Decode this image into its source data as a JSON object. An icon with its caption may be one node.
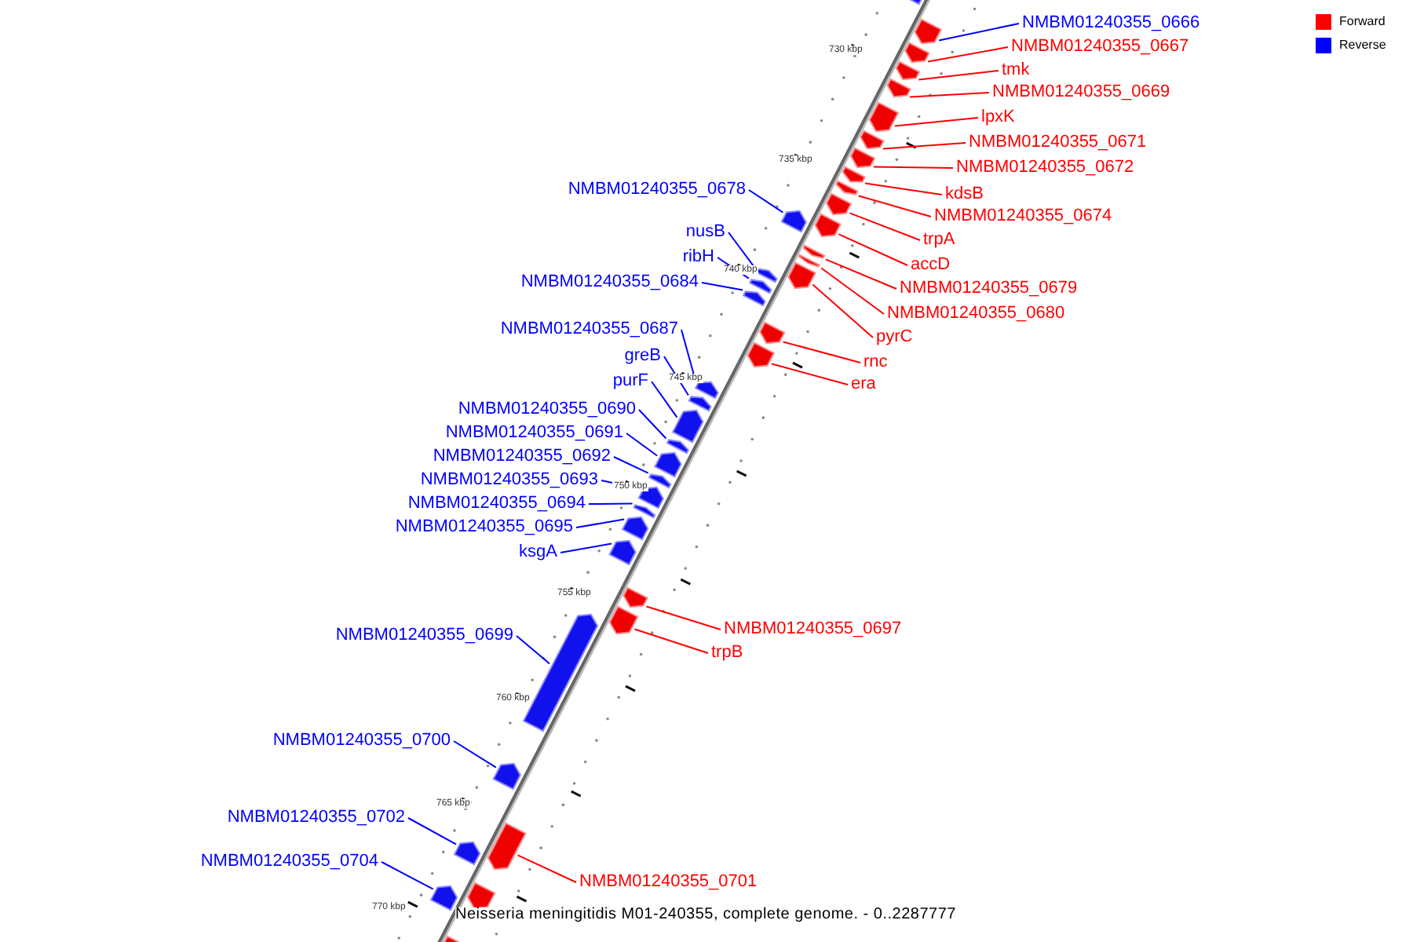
{
  "diagram": {
    "caption": "Neisseria meningitidis M01-240355, complete genome. - 0..2287777",
    "nodes": [
      {
        "text": [],
        "shape": "bar"
      },
      {
        "text": [
          "NMBM01240355_0666"
        ]
      },
      {
        "text": [],
        "shape": "bar"
      },
      {
        "text": [
          "NMBM01240355_0667"
        ]
      },
      {
        "text": [],
        "shape": "bar"
      },
      {
        "text": [
          "tmk"
        ]
      },
      {
        "text": [],
        "shape": "bar"
      },
      {
        "text": [
          "NMBM01240355_0669"
        ]
      },
      {
        "text": [],
        "shape": "bar"
      },
      {
        "text": [
          "lpxK"
        ]
      },
      {
        "text": [],
        "shape": "bar"
      },
      {
        "text": [
          "NMBM01240355_0671"
        ]
      },
      {
        "text": [],
        "shape": "bar"
      },
      {
        "text": [
          "NMBM01240355_0672"
        ]
      },
      {
        "text": [],
        "shape": "bar"
      },
      {
        "text": [
          "kdsB"
        ]
      },
      {
        "text": [],
        "shape": "bar"
      },
      {
        "text": [
          "NMBM01240355_0678"
        ]
      },
      {
        "text": [],
        "shape": "bar"
      },
      {
        "text": [
          "NMBM01240355_0674"
        ]
      },
      {
        "text": [],
        "shape": "bar"
      },
      {
        "text": [
          "trpA"
        ]
      },
      {
        "text": [],
        "shape": "bar"
      },
      {
        "text": [
          "nusB"
        ]
      },
      {
        "text": [],
        "shape": "bar"
      },
      {
        "text": [
          "ribH"
        ]
      },
      {
        "text": [],
        "shape": "bar"
      },
      {
        "text": [
          "accD"
        ]
      },
      {
        "text": [],
        "shape": "bar"
      },
      {
        "text": [
          "NMBM01240355_0684"
        ]
      },
      {
        "text": [],
        "shape": "bar"
      },
      {
        "text": [
          "NMBM01240355_0679"
        ]
      },
      {
        "text": [],
        "shape": "bar"
      },
      {
        "text": [
          "NMBM01240355_0680"
        ]
      },
      {
        "text": [],
        "shape": "bar"
      },
      {
        "text": [
          "NMBM01240355_0687"
        ]
      },
      {
        "text": [],
        "shape": "bar"
      },
      {
        "text": [
          "pyrC"
        ]
      },
      {
        "text": [],
        "shape": "bar"
      },
      {
        "text": [
          "greB"
        ]
      },
      {
        "text": [],
        "shape": "bar"
      },
      {
        "text": [
          "rnc"
        ]
      },
      {
        "text": [],
        "shape": "bar"
      },
      {
        "text": [
          "purF"
        ]
      },
      {
        "text": [],
        "shape": "bar"
      },
      {
        "text": [
          "era"
        ]
      },
      {
        "text": [],
        "shape": "bar"
      },
      {
        "text": [
          "NMBM01240355_0690"
        ]
      },
      {
        "text": [],
        "shape": "bar"
      },
      {
        "text": [
          "NMBM01240355_0691"
        ]
      },
      {
        "text": [],
        "shape": "bar"
      },
      {
        "text": [
          "NMBM01240355_0692"
        ]
      },
      {
        "text": [],
        "shape": "bar"
      },
      {
        "text": [
          "NMBM01240355_0693"
        ]
      },
      {
        "text": [],
        "shape": "bar"
      },
      {
        "text": [
          "NMBM01240355_0694"
        ]
      },
      {
        "text": [],
        "shape": "bar"
      },
      {
        "text": [
          "NMBM01240355_0695"
        ]
      },
      {
        "text": [],
        "shape": "bar"
      },
      {
        "text": [
          "ksgA"
        ]
      },
      {
        "text": [],
        "shape": "bar"
      },
      {
        "text": [
          "NMBM01240355_0697"
        ]
      },
      {
        "text": [],
        "shape": "bar"
      },
      {
        "text": [
          "NMBM01240355_0699"
        ]
      },
      {
        "text": [],
        "shape": "bar"
      },
      {
        "text": [
          "trpB"
        ]
      },
      {
        "text": [],
        "shape": "bar"
      },
      {
        "text": [
          "NMBM01240355_0700"
        ]
      },
      {
        "text": [],
        "shape": "bar"
      },
      {
        "text": [
          "NMBM01240355_0702"
        ]
      },
      {
        "text": [],
        "shape": "bar"
      },
      {
        "text": [
          "NMBM01240355_0701"
        ]
      },
      {
        "text": [],
        "shape": "bar"
      },
      {
        "text": [
          "NMBM01240355_0704"
        ]
      },
      {
        "text": [],
        "shape": "bar"
      },
      {
        "text": [],
        "shape": "bar"
      },
      {
        "text": [],
        "shape": "bar"
      }
    ],
    "edges": [
      {
        "from": 1,
        "to": 2,
        "arrow": "none",
        "color": "#0000ff"
      },
      {
        "from": 3,
        "to": 4,
        "arrow": "none",
        "color": "#ff0000"
      },
      {
        "from": 5,
        "to": 6,
        "arrow": "none",
        "color": "#ff0000"
      },
      {
        "from": 7,
        "to": 8,
        "arrow": "none",
        "color": "#ff0000"
      },
      {
        "from": 9,
        "to": 10,
        "arrow": "none",
        "color": "#ff0000"
      },
      {
        "from": 11,
        "to": 12,
        "arrow": "none",
        "color": "#ff0000"
      },
      {
        "from": 13,
        "to": 14,
        "arrow": "none",
        "color": "#ff0000"
      },
      {
        "from": 15,
        "to": 16,
        "arrow": "none",
        "color": "#ff0000"
      },
      {
        "from": 17,
        "to": 18,
        "arrow": "none",
        "color": "#0000ff"
      },
      {
        "from": 19,
        "to": 20,
        "arrow": "none",
        "color": "#ff0000"
      },
      {
        "from": 21,
        "to": 22,
        "arrow": "none",
        "color": "#ff0000"
      },
      {
        "from": 23,
        "to": 24,
        "arrow": "none",
        "color": "#0000ff"
      },
      {
        "from": 25,
        "to": 26,
        "arrow": "none",
        "color": "#0000ff"
      },
      {
        "from": 27,
        "to": 28,
        "arrow": "none",
        "color": "#ff0000"
      },
      {
        "from": 29,
        "to": 30,
        "arrow": "none",
        "color": "#0000ff"
      },
      {
        "from": 31,
        "to": 32,
        "arrow": "none",
        "color": "#ff0000"
      },
      {
        "from": 33,
        "to": 34,
        "arrow": "none",
        "color": "#ff0000"
      },
      {
        "from": 35,
        "to": 36,
        "arrow": "none",
        "color": "#0000ff"
      },
      {
        "from": 37,
        "to": 38,
        "arrow": "none",
        "color": "#ff0000"
      },
      {
        "from": 39,
        "to": 40,
        "arrow": "none",
        "color": "#0000ff"
      },
      {
        "from": 41,
        "to": 42,
        "arrow": "none",
        "color": "#ff0000"
      },
      {
        "from": 43,
        "to": 44,
        "arrow": "none",
        "color": "#0000ff"
      },
      {
        "from": 45,
        "to": 46,
        "arrow": "none",
        "color": "#ff0000"
      },
      {
        "from": 47,
        "to": 48,
        "arrow": "none",
        "color": "#0000ff"
      },
      {
        "from": 49,
        "to": 50,
        "arrow": "none",
        "color": "#0000ff"
      },
      {
        "from": 51,
        "to": 52,
        "arrow": "none",
        "color": "#0000ff"
      },
      {
        "from": 53,
        "to": 54,
        "arrow": "none",
        "color": "#0000ff"
      },
      {
        "from": 55,
        "to": 56,
        "arrow": "none",
        "color": "#0000ff"
      },
      {
        "from": 57,
        "to": 58,
        "arrow": "none",
        "color": "#0000ff"
      },
      {
        "from": 59,
        "to": 60,
        "arrow": "none",
        "color": "#0000ff"
      },
      {
        "from": 61,
        "to": 62,
        "arrow": "none",
        "color": "#ff0000"
      },
      {
        "from": 63,
        "to": 64,
        "arrow": "none",
        "color": "#0000ff"
      },
      {
        "from": 65,
        "to": 66,
        "arrow": "none",
        "color": "#ff0000"
      },
      {
        "from": 67,
        "to": 68,
        "arrow": "none",
        "color": "#0000ff"
      },
      {
        "from": 69,
        "to": 70,
        "arrow": "none",
        "color": "#0000ff"
      },
      {
        "from": 71,
        "to": 72,
        "arrow": "none",
        "color": "#ff0000"
      },
      {
        "from": 73,
        "to": 74,
        "arrow": "none",
        "color": "#0000ff"
      }
    ],
    "labels": [
      "730 kbp",
      "735 kbp",
      "740 kbp",
      "745 kbp",
      "750 kbp",
      "755 kbp",
      "760 kbp",
      "765 kbp",
      "770 kbp"
    ],
    "legend": [
      {
        "text": "Forward",
        "color": "#ff0000"
      },
      {
        "text": "Reverse",
        "color": "#0000ff"
      }
    ]
  }
}
